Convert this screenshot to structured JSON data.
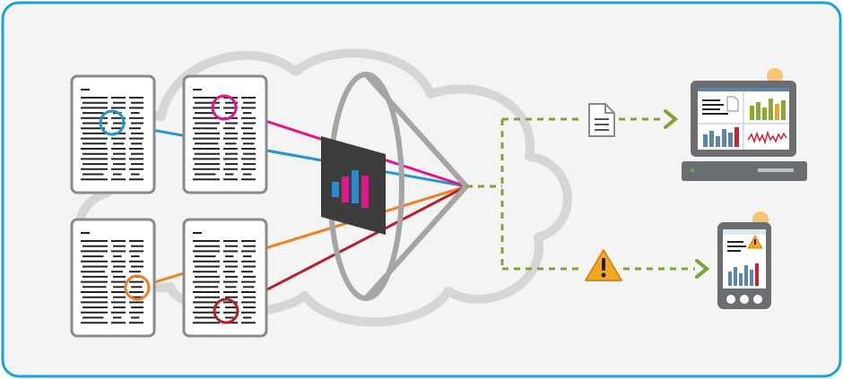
{
  "diagram": {
    "colors": {
      "frame_border": "#1aa3d9",
      "frame_fill": "#f4f4f4",
      "cloud_stroke": "#d6d6d6",
      "doc_border": "#8a8a8a",
      "doc_fill": "#ffffff",
      "text_lines": "#222222",
      "lens_stroke": "#a5a5a5",
      "dashed_green": "#7ea435",
      "chevron_green": "#7ea435",
      "chart_panel": "#3c3c3c",
      "device_body": "#6b6e70",
      "glow": "#f7a51e",
      "warning_fill": "#f5a623",
      "bar_blue": "#5b86a8",
      "bar_green": "#8aa832",
      "bar_orange": "#e8a23c",
      "bar_red": "#d01f2f"
    },
    "sources": [
      {
        "name": "document-top-left",
        "link_color": "#2196d3"
      },
      {
        "name": "document-top-right",
        "link_color": "#e0178a"
      },
      {
        "name": "document-bottom-left",
        "link_color": "#f07f1f"
      },
      {
        "name": "document-bottom-right",
        "link_color": "#b5202e"
      }
    ],
    "processor": {
      "name": "analytics-lens",
      "chart_bars": [
        "#2a8ccf",
        "#e0178a",
        "#2a8ccf",
        "#e0178a"
      ]
    },
    "outputs": [
      {
        "name": "report-to-desktop",
        "icon": "document-icon",
        "target": "desktop-computer-icon"
      },
      {
        "name": "alert-to-mobile",
        "icon": "warning-icon",
        "target": "mobile-phone-icon"
      }
    ]
  }
}
